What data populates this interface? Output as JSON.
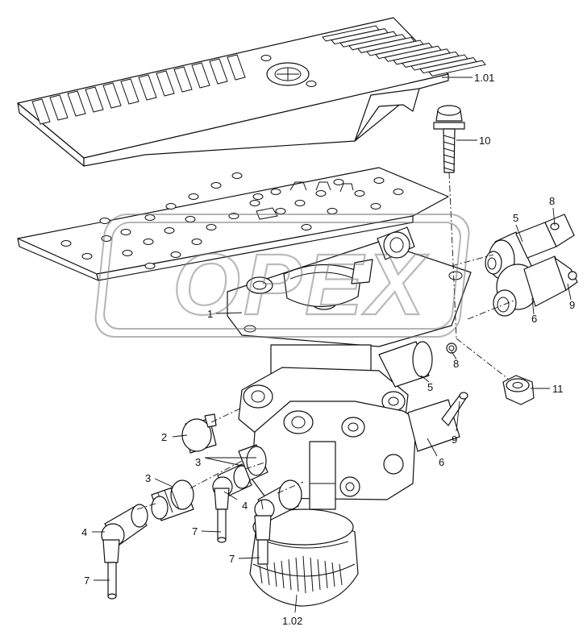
{
  "watermark": {
    "text": "OPEX"
  },
  "callouts": [
    {
      "id": "c-1-01",
      "label": "1.01"
    },
    {
      "id": "c-10",
      "label": "10"
    },
    {
      "id": "c-8-top",
      "label": "8"
    },
    {
      "id": "c-5-top",
      "label": "5"
    },
    {
      "id": "c-9-top",
      "label": "9"
    },
    {
      "id": "c-6-top",
      "label": "6"
    },
    {
      "id": "c-1",
      "label": "1"
    },
    {
      "id": "c-8-mid",
      "label": "8"
    },
    {
      "id": "c-5-mid",
      "label": "5"
    },
    {
      "id": "c-11",
      "label": "11"
    },
    {
      "id": "c-9-mid",
      "label": "9"
    },
    {
      "id": "c-6-mid",
      "label": "6"
    },
    {
      "id": "c-2",
      "label": "2"
    },
    {
      "id": "c-3-a",
      "label": "3"
    },
    {
      "id": "c-3-b",
      "label": "3"
    },
    {
      "id": "c-4-a",
      "label": "4"
    },
    {
      "id": "c-4-b",
      "label": "4"
    },
    {
      "id": "c-7-a",
      "label": "7"
    },
    {
      "id": "c-7-b",
      "label": "7"
    },
    {
      "id": "c-7-c",
      "label": "7"
    },
    {
      "id": "c-1-02",
      "label": "1.02"
    }
  ]
}
